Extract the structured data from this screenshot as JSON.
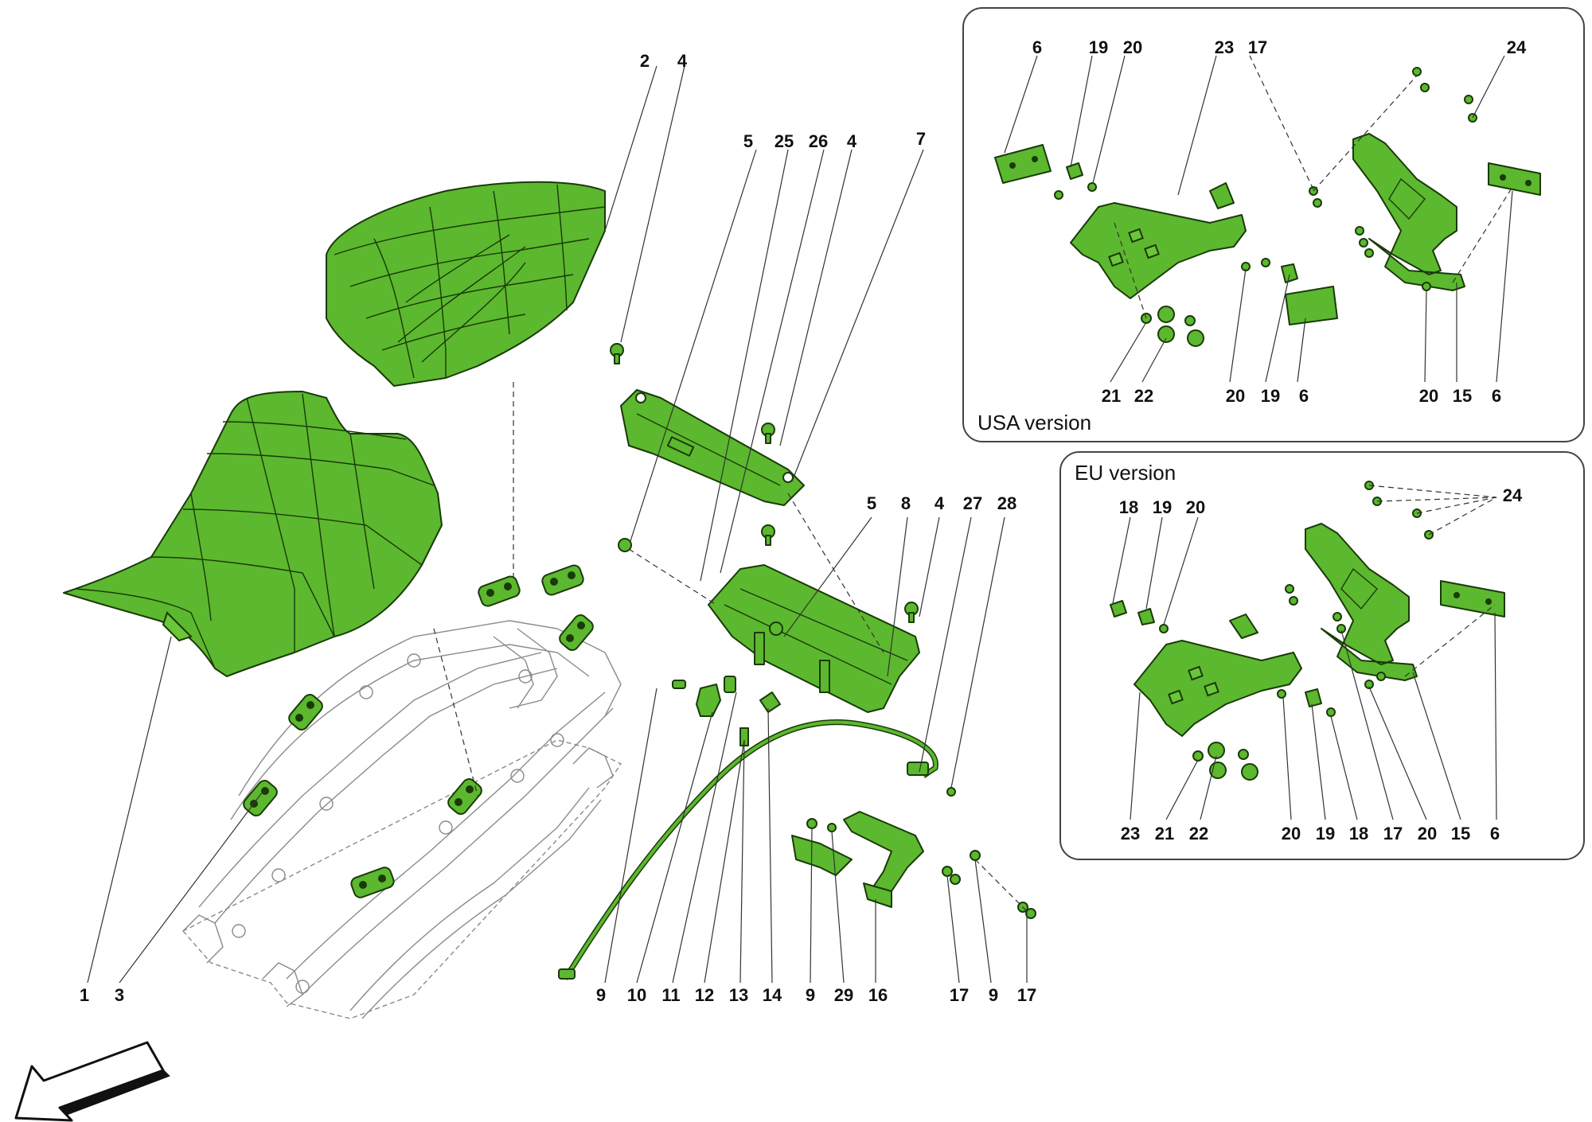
{
  "diagram": {
    "main_callouts": [
      "1",
      "2",
      "3",
      "4",
      "4",
      "4",
      "5",
      "5",
      "25",
      "26",
      "7",
      "8",
      "27",
      "28",
      "9",
      "10",
      "11",
      "12",
      "13",
      "14",
      "9",
      "29",
      "16",
      "17",
      "9",
      "17"
    ],
    "usa_box": {
      "label": "USA version",
      "callouts": [
        "6",
        "19",
        "20",
        "23",
        "17",
        "24",
        "21",
        "22",
        "20",
        "19",
        "6",
        "20",
        "15",
        "6"
      ]
    },
    "eu_box": {
      "label": "EU version",
      "callouts": [
        "18",
        "19",
        "20",
        "24",
        "23",
        "21",
        "22",
        "20",
        "19",
        "18",
        "17",
        "20",
        "15",
        "6"
      ]
    }
  },
  "colors": {
    "part_fill": "#5cb82e",
    "part_stroke": "#1a3a0a",
    "frame_line": "#8a8a8a",
    "text": "#111111"
  },
  "icons": [
    "direction-arrow-icon"
  ]
}
